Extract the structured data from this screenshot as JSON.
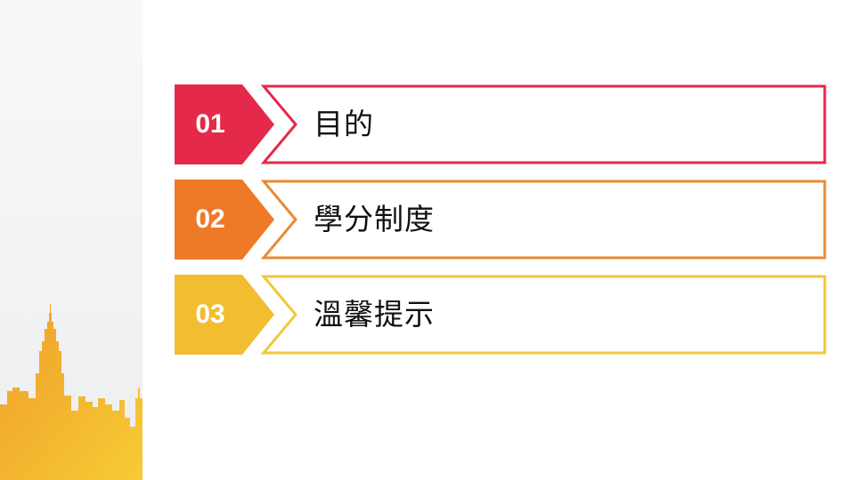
{
  "agenda": {
    "items": [
      {
        "number": "01",
        "title": "目的",
        "color": "#e5294a"
      },
      {
        "number": "02",
        "title": "學分制度",
        "color": "#ee7a28"
      },
      {
        "number": "03",
        "title": "溫馨提示",
        "color": "#f2bd30"
      }
    ]
  },
  "decoration": {
    "skyline_color_top": "#f0a22a",
    "skyline_color_bottom": "#f6c633"
  }
}
